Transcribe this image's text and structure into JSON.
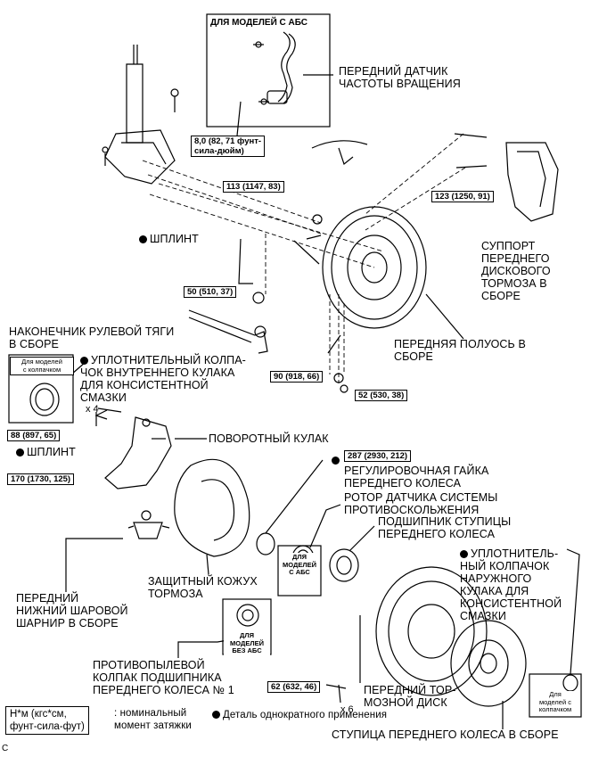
{
  "abs_box_title": "ДЛЯ МОДЕЛЕЙ С АБС",
  "labels": {
    "speed_sensor": "ПЕРЕДНИЙ ДАТЧИК\nЧАСТОТЫ ВРАЩЕНИЯ",
    "cotter_pin_1": "ШПЛИНТ",
    "caliper": "СУППОРТ\nПЕРЕДНЕГО\nДИСКОВОГО\nТОРМОЗА В\nСБОРЕ",
    "tie_rod_end": "НАКОНЕЧНИК РУЛЕВОЙ ТЯГИ\nВ СБОРЕ",
    "axle_hub": "ПЕРЕДНЯЯ ПОЛУОСЬ В\nСБОРЕ",
    "inner_grease_cap": "УПЛОТНИТЕЛЬНЫЙ КОЛПА-\nЧОК ВНУТРЕННЕГО КУЛАКА\nДЛЯ КОНСИСТЕНТНОЙ\nСМАЗКИ",
    "steering_knuckle": "ПОВОРОТНЫЙ КУЛАК",
    "cotter_pin_2": "ШПЛИНТ",
    "adjusting_nut": "РЕГУЛИРОВОЧНАЯ ГАЙКА\nПЕРЕДНЕГО КОЛЕСА",
    "rotor_sensor": "РОТОР ДАТЧИКА СИСТЕМЫ\nПРОТИВОСКОЛЬЖЕНИЯ",
    "hub_bearing": "ПОДШИПНИК СТУПИЦЫ\nПЕРЕДНЕГО КОЛЕСА",
    "outer_grease_cap": "УПЛОТНИТЕЛЬ-\nНЫЙ КОЛПАЧОК\nНАРУЖНОГО\nКУЛАКА ДЛЯ\nКОНСИСТЕНТНОЙ\nСМАЗКИ",
    "dust_cover": "ЗАЩИТНЫЙ КОЖУХ\nТОРМОЗА",
    "ball_joint": "ПЕРЕДНИЙ\nНИЖНИЙ ШАРОВОЙ\nШАРНИР В СБОРЕ",
    "dust_cap": "ПРОТИВОПЫЛЕВОЙ\nКОЛПАК ПОДШИПНИКА\nПЕРЕДНЕГО КОЛЕСА № 1",
    "disc": "ПЕРЕДНИЙ ТОР-\nМОЗНОЙ ДИСК",
    "hub_assembly": "СТУПИЦА ПЕРЕДНЕГО КОЛЕСА В СБОРЕ"
  },
  "torques": {
    "t1": "8,0 (82, 71 фунт-\nсила-дюйм)",
    "t2": "113 (1147, 83)",
    "t3": "123 (1250, 91)",
    "t4": "50 (510, 37)",
    "t5": "90 (918, 66)",
    "t6": "52 (530, 38)",
    "t7": "88 (897, 65)",
    "t8": "170 (1730, 125)",
    "t9": "287 (2930, 212)",
    "t10": "62 (632, 46)"
  },
  "tags": {
    "cap_models_left": "Для моделей\nс колпачком",
    "abs_models": "ДЛЯ\nМОДЕЛЕЙ\nС АБС",
    "no_abs_models": "ДЛЯ\nМОДЕЛЕЙ\nБЕЗ АБС",
    "cap_models_right": "Для\nмоделей с\nколпачком"
  },
  "counts": {
    "x4": "x 4",
    "x6": "x 6"
  },
  "legend": {
    "units": "Н*м (кгс*см,\nфунт-сила-фут)",
    "nominal": ": номинальный\nмомент затяжки",
    "single_use": "Деталь однократного применения"
  },
  "corner_code": "C"
}
